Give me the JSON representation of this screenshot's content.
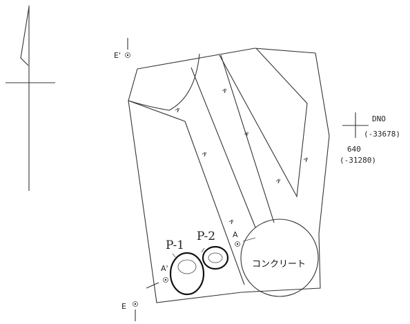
{
  "labels": {
    "point_e_prime": "E'",
    "point_e": "E",
    "point_a": "A",
    "point_a_prime": "A'",
    "pit_1": "P-1",
    "pit_2": "P-2",
    "concrete": "コンクリート",
    "grid_line_1": "DNO",
    "grid_line_2": "(-33678)",
    "grid_line_3": "640",
    "grid_line_4": "(-31280)"
  },
  "colors": {
    "line": "#333333",
    "pit_outline": "#111111",
    "background": "#ffffff"
  }
}
